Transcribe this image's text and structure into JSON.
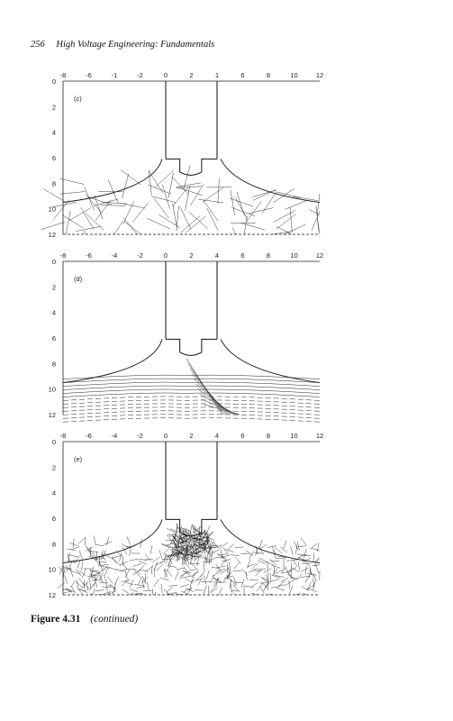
{
  "header": {
    "page_number": "256",
    "book_title": "High Voltage Engineering: Fundamentals"
  },
  "panels": [
    {
      "label": "(c)",
      "x_ticks": [
        "-8",
        "-6",
        "-1",
        "-2",
        "0",
        "2",
        "1",
        "6",
        "8",
        "10",
        "12"
      ],
      "y_ticks": [
        "0",
        "2",
        "4",
        "6",
        "8",
        "10",
        "12"
      ],
      "style": "coarse-mesh"
    },
    {
      "label": "(d)",
      "x_ticks": [
        "-8",
        "-6",
        "-4",
        "-2",
        "0",
        "2",
        "4",
        "6",
        "8",
        "10",
        "12"
      ],
      "y_ticks": [
        "0",
        "2",
        "4",
        "6",
        "8",
        "10",
        "12"
      ],
      "style": "equipotential"
    },
    {
      "label": "(e)",
      "x_ticks": [
        "-8",
        "-6",
        "-4",
        "-2",
        "0",
        "2",
        "4",
        "6",
        "8",
        "10",
        "12"
      ],
      "y_ticks": [
        "0",
        "2",
        "4",
        "6",
        "8",
        "10",
        "12"
      ],
      "style": "fine-mesh"
    }
  ],
  "caption": {
    "label": "Figure 4.31",
    "sub": "(continued)"
  }
}
